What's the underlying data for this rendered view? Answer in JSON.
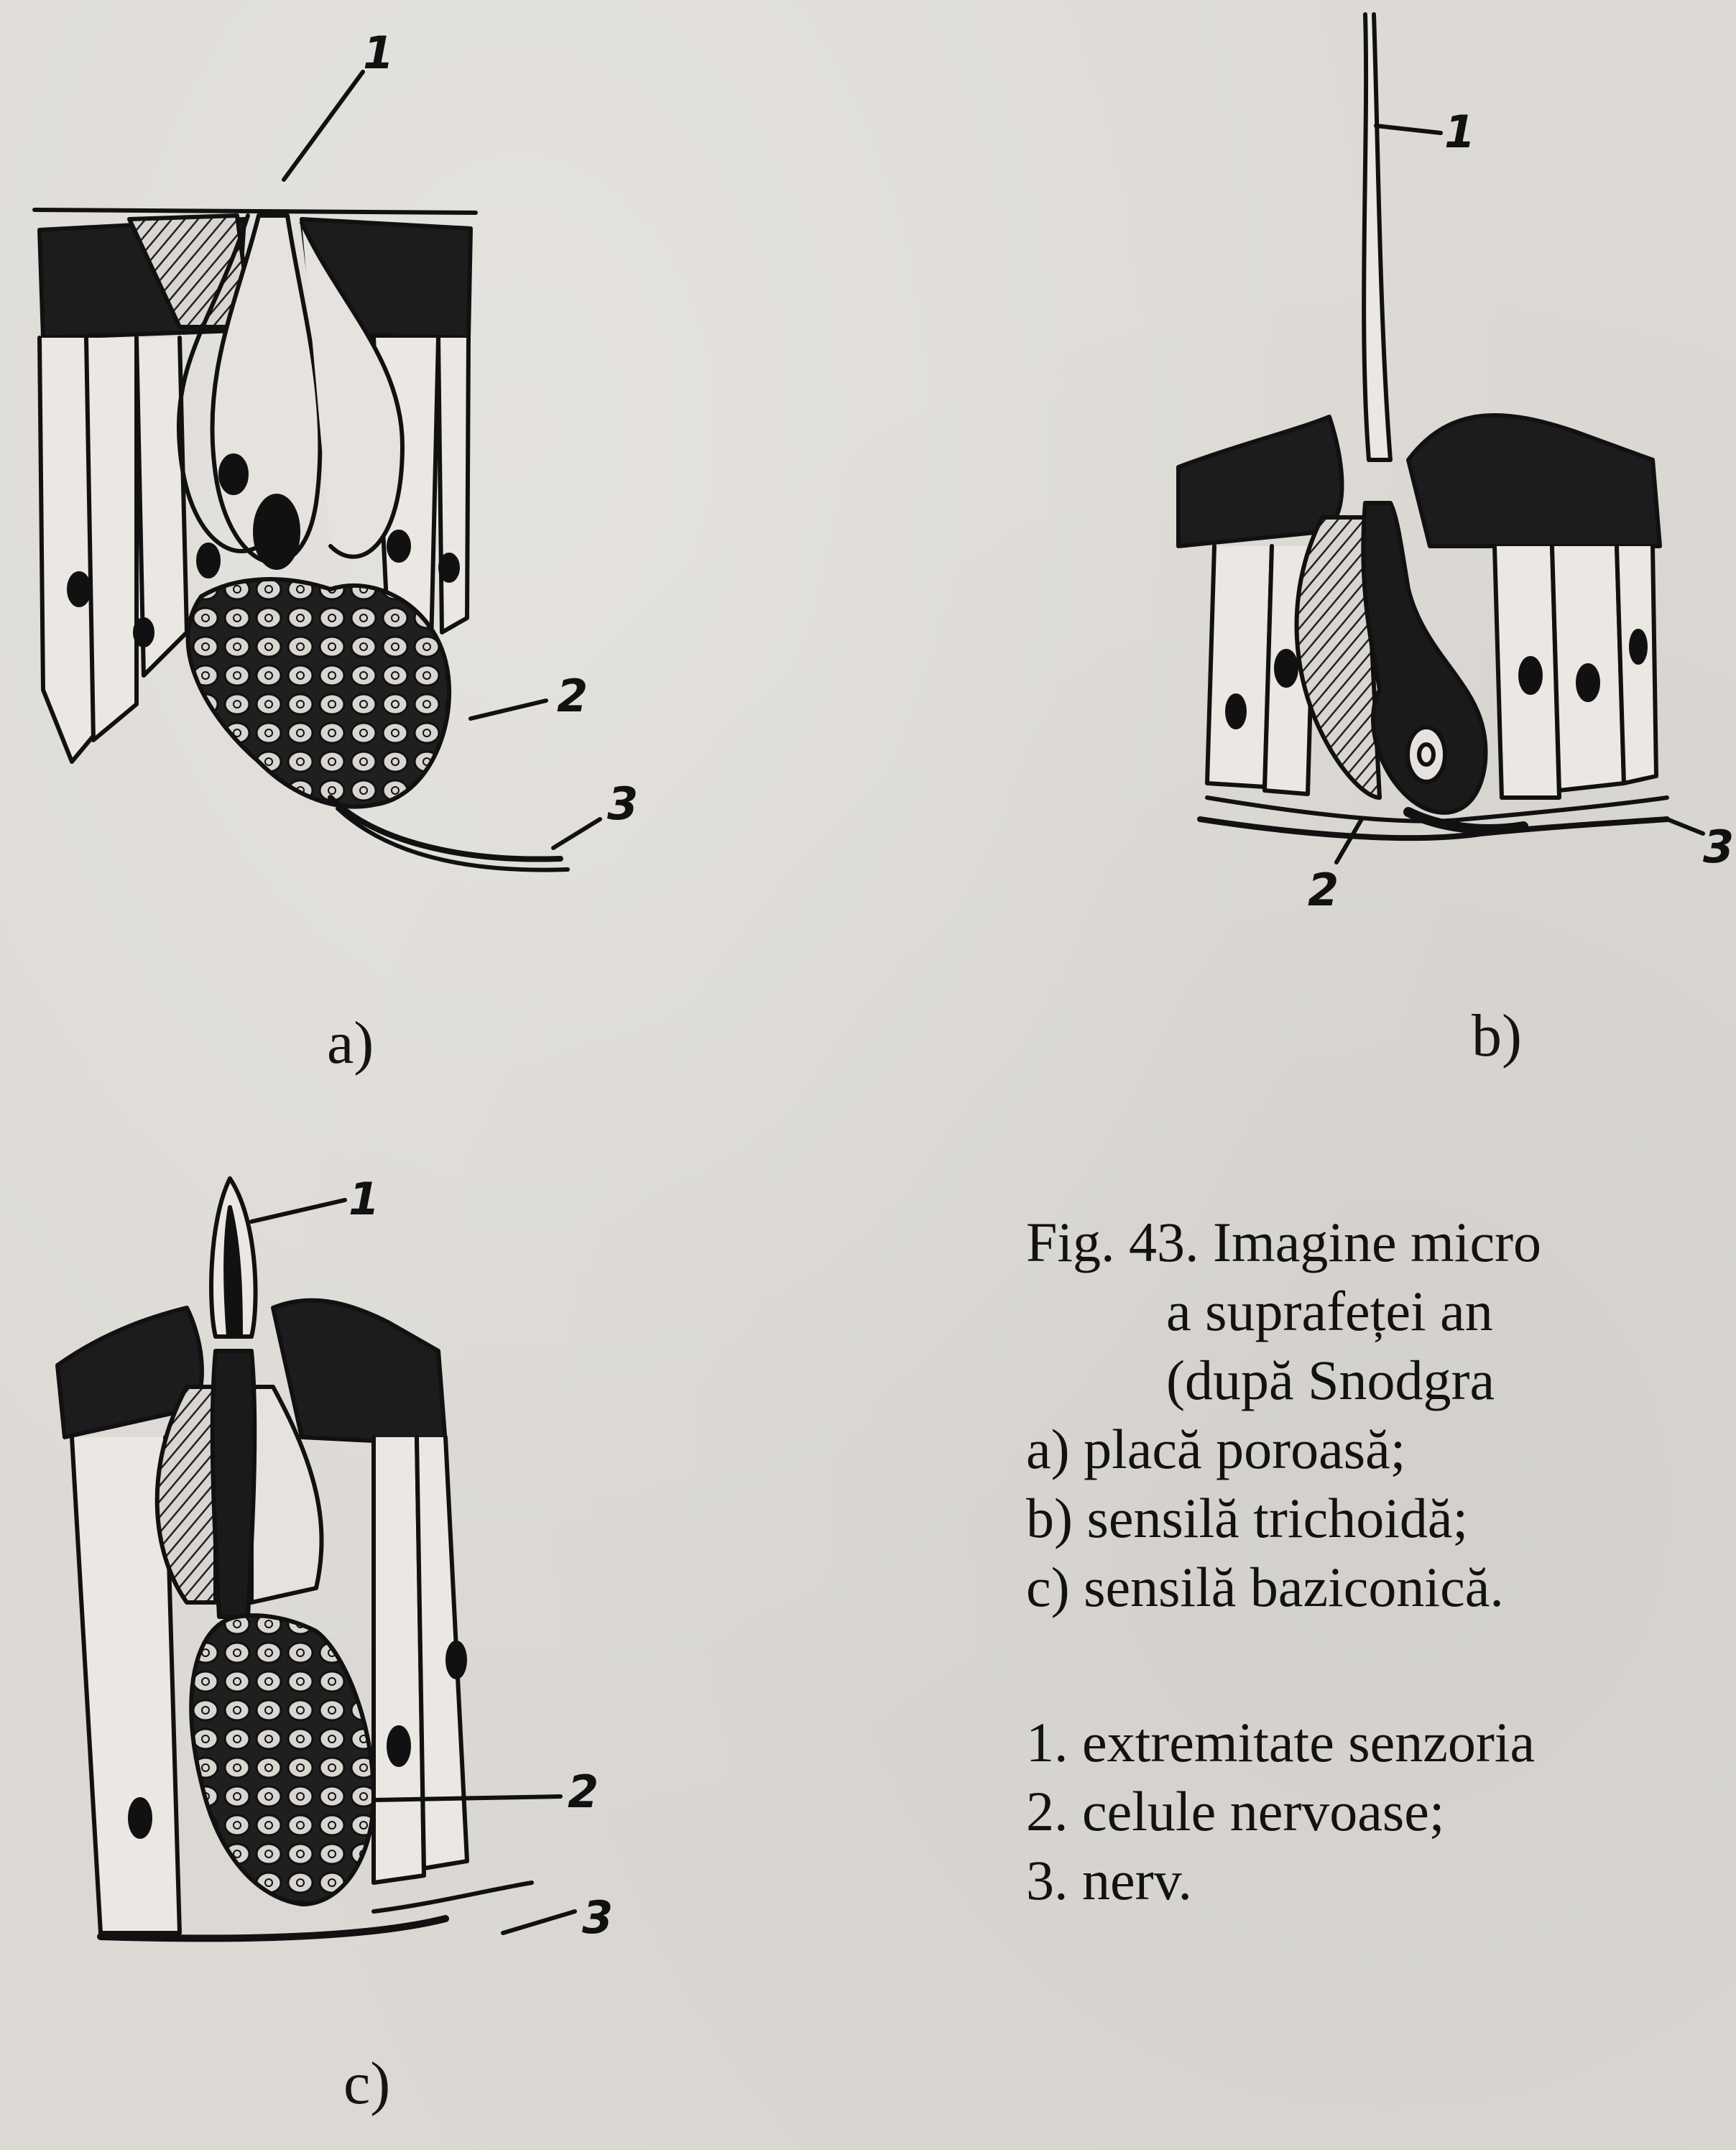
{
  "panels": {
    "a": {
      "label": "a)",
      "callouts": [
        "1",
        "2",
        "3"
      ]
    },
    "b": {
      "label": "b)",
      "callouts": [
        "1",
        "2",
        "3"
      ]
    },
    "c": {
      "label": "c)",
      "callouts": [
        "1",
        "2",
        "3"
      ]
    }
  },
  "caption": {
    "line1": "Fig. 43. Imagine micro",
    "line2": "a suprafeței an",
    "line3": "(după Snodgra",
    "items": [
      "a) placă poroasă;",
      "b) sensilă trichoidă;",
      "c) sensilă baziconică."
    ],
    "legend": [
      "1. extremitate senzoria",
      "2. celule nervoase;",
      "3. nerv."
    ]
  }
}
